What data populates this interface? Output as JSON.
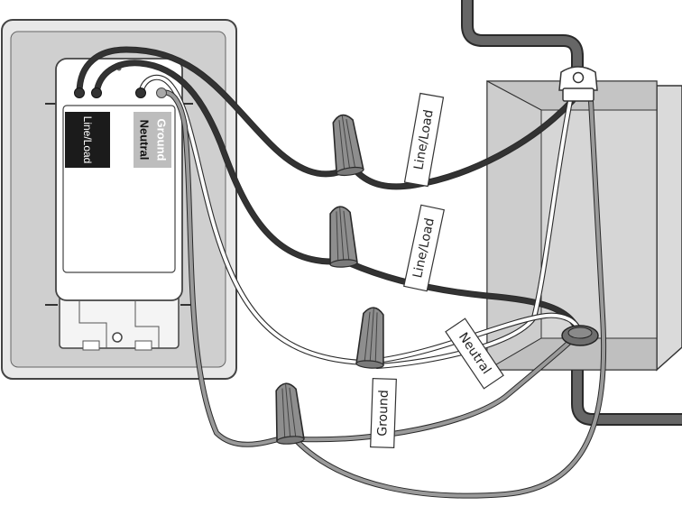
{
  "device": {
    "line_load_label": "Line/Load",
    "neutral_label": "Neutral",
    "ground_label": "Ground"
  },
  "wire_labels": {
    "line_load_1": "Line/Load",
    "line_load_2": "Line/Load",
    "neutral": "Neutral",
    "ground": "Ground"
  },
  "colors": {
    "hot": "#333333",
    "neutral": "#ffffff",
    "ground": "#9a9a9a",
    "conduit": "#666666",
    "wire_nut": "#8e8e8e"
  }
}
